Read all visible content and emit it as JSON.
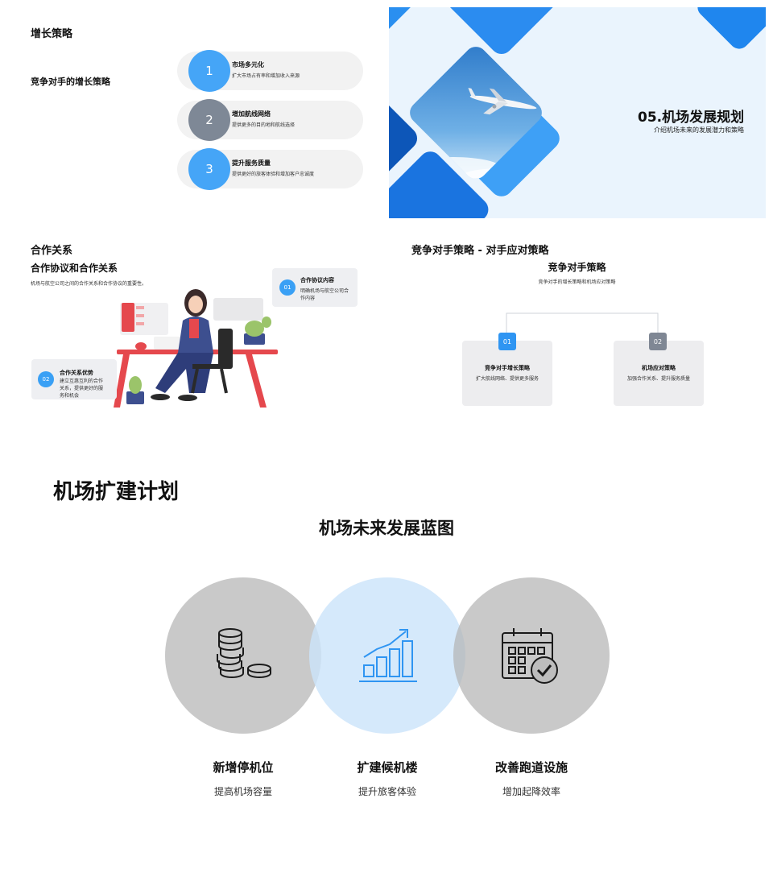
{
  "slide_growth": {
    "title": "增长策略",
    "subtitle": "竞争对手的增长策略",
    "items": [
      {
        "num": "1",
        "title": "市场多元化",
        "desc": "扩大市场占有率和增加收入来源",
        "color": "#45a5f7"
      },
      {
        "num": "2",
        "title": "增加航线网络",
        "desc": "提供更多的目的地和航线选择",
        "color": "#7e8896"
      },
      {
        "num": "3",
        "title": "提升服务质量",
        "desc": "提供更好的旅客体验和增加客户忠诚度",
        "color": "#45a5f7"
      }
    ]
  },
  "slide_plan": {
    "title": "05.机场发展规划",
    "subtitle": "介绍机场未来的发展潜力和策略"
  },
  "slide_coop": {
    "title": "合作关系",
    "subtitle": "合作协议和合作关系",
    "desc": "机场与航空公司之间的合作关系和合作协议的重要性。",
    "card1": {
      "num": "01",
      "title": "合作协议内容",
      "desc": "明确机场与航空公司合作内容"
    },
    "card2": {
      "num": "02",
      "title": "合作关系优势",
      "desc": "建立互惠互利的合作关系，提供更好的服务和机会"
    }
  },
  "slide_comp": {
    "title": "竞争对手策略 - 对手应对策略",
    "subtitle": "竞争对手策略",
    "desc": "竞争对手的增长策略和机场应对策略",
    "cards": [
      {
        "num": "01",
        "title": "竞争对手增长策略",
        "desc": "扩大航线网络、提供更多服务",
        "color": "#2f95f2"
      },
      {
        "num": "02",
        "title": "机场应对策略",
        "desc": "加强合作关系、提升服务质量",
        "color": "#7f8794"
      }
    ]
  },
  "slide_expand": {
    "title": "机场扩建计划",
    "subtitle": "机场未来发展蓝图",
    "items": [
      {
        "title": "新增停机位",
        "desc": "提高机场容量",
        "icon": "coins-stack-icon"
      },
      {
        "title": "扩建候机楼",
        "desc": "提升旅客体验",
        "icon": "growth-chart-icon"
      },
      {
        "title": "改善跑道设施",
        "desc": "增加起降效率",
        "icon": "calendar-check-icon"
      }
    ]
  }
}
